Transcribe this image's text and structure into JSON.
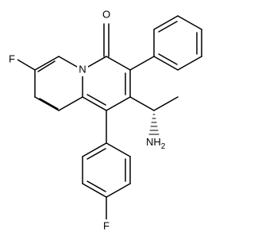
{
  "atoms": {
    "carbonyl_oxygen": "O",
    "ring_nitrogen": "N",
    "fluorine_pyridine": "F",
    "amine": "NH",
    "amine_subscript": "2",
    "fluorine_phenyl": "F"
  },
  "colors": {
    "bond": "#000000",
    "background": "#ffffff"
  }
}
